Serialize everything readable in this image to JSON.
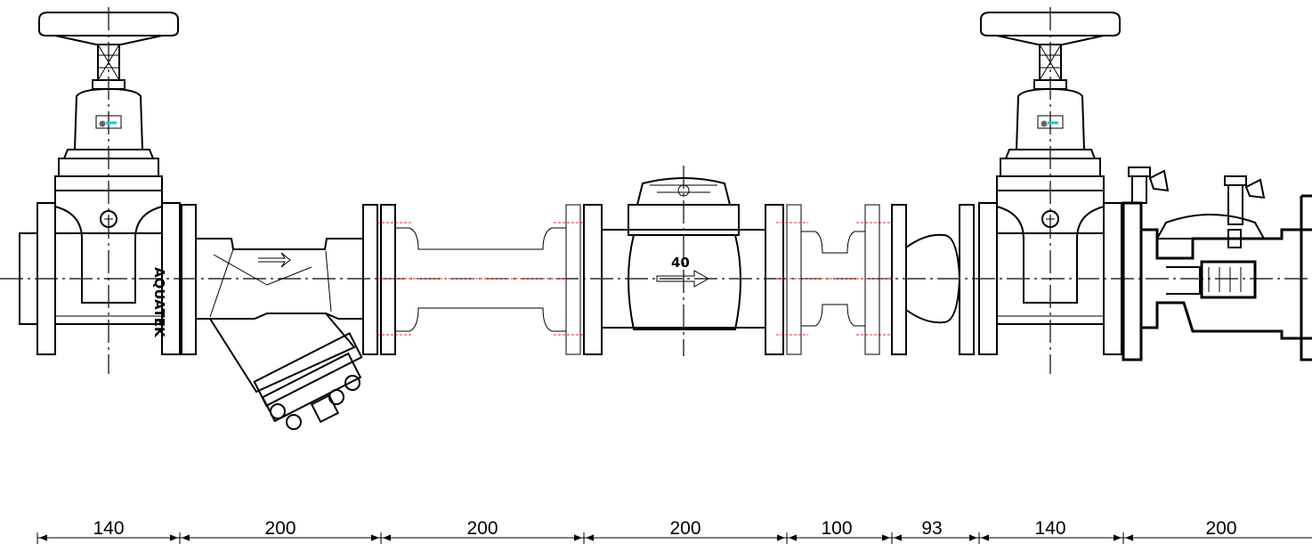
{
  "drawing": {
    "meter_size_label": "40",
    "strainer_brand": "AQUATEK"
  },
  "dimensions": [
    {
      "value": "140"
    },
    {
      "value": "200"
    },
    {
      "value": "200"
    },
    {
      "value": "200"
    },
    {
      "value": "100"
    },
    {
      "value": "93"
    },
    {
      "value": "140"
    },
    {
      "value": "200"
    }
  ],
  "colors": {
    "line": "#000000",
    "hidden_line": "#e03030",
    "indicator": "#19c7d6"
  }
}
